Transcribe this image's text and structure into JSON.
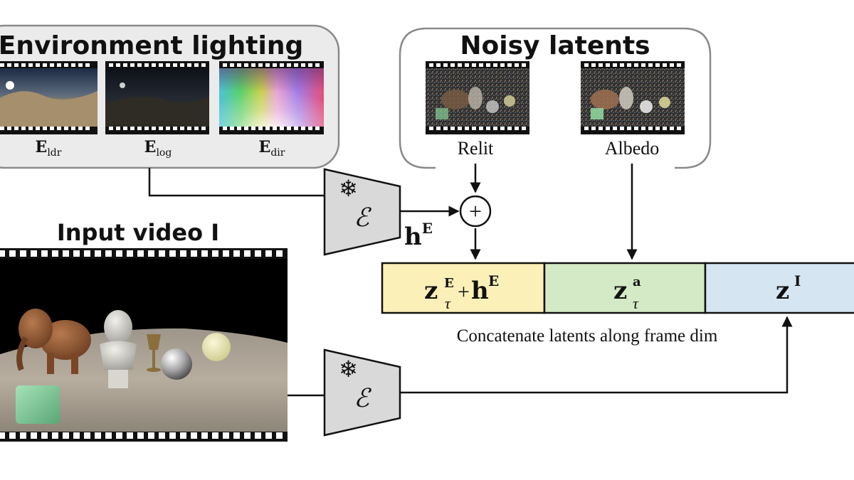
{
  "environment_lighting": {
    "title": "Environment lighting",
    "maps": [
      {
        "symbol": "E",
        "subscript": "ldr"
      },
      {
        "symbol": "E",
        "subscript": "log"
      },
      {
        "symbol": "E",
        "subscript": "dir"
      }
    ]
  },
  "noisy_latents": {
    "title": "Noisy latents",
    "relit_label": "Relit",
    "albedo_label": "Albedo"
  },
  "input_video": {
    "title": "Input video I"
  },
  "encoder": {
    "symbol": "ℰ",
    "frozen_icon": "snowflake-icon"
  },
  "env_embedding": {
    "base": "h",
    "sup": "E"
  },
  "sum_symbol": "+",
  "latents": {
    "segments": [
      {
        "base": "z",
        "sup": "E",
        "sub": "τ",
        "plus": "+",
        "h_base": "h",
        "h_sup": "E",
        "color": "#faf0b8"
      },
      {
        "base": "z",
        "sup": "a",
        "sub": "τ",
        "color": "#d4e9c5"
      },
      {
        "base": "z",
        "sup": "I",
        "color": "#d5e6f2"
      }
    ],
    "caption": "Concatenate latents along frame dim"
  },
  "colors": {
    "panel_bg": "#ebebeb",
    "panel_border": "#8a8a8a",
    "encoder_fill": "#d9d9d9",
    "film_border": "#111111"
  }
}
